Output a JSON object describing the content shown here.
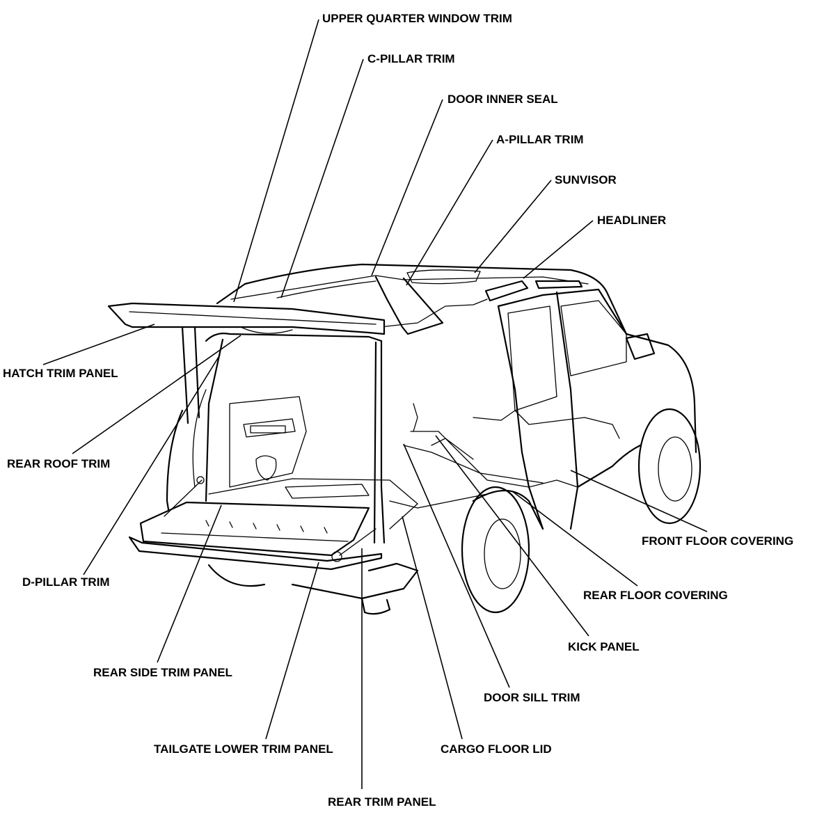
{
  "labels": {
    "upper_quarter_window_trim": "UPPER QUARTER WINDOW TRIM",
    "c_pillar_trim": "C-PILLAR TRIM",
    "door_inner_seal": "DOOR INNER SEAL",
    "a_pillar_trim": "A-PILLAR TRIM",
    "sunvisor": "SUNVISOR",
    "headliner": "HEADLINER",
    "hatch_trim_panel": "HATCH TRIM PANEL",
    "rear_roof_trim": "REAR ROOF TRIM",
    "d_pillar_trim": "D-PILLAR TRIM",
    "front_floor_covering": "FRONT FLOOR COVERING",
    "rear_floor_covering": "REAR FLOOR COVERING",
    "kick_panel": "KICK PANEL",
    "rear_side_trim_panel": "REAR SIDE TRIM PANEL",
    "door_sill_trim": "DOOR SILL TRIM",
    "tailgate_lower_trim_panel": "TAILGATE LOWER TRIM PANEL",
    "cargo_floor_lid": "CARGO FLOOR LID",
    "rear_trim_panel": "REAR TRIM PANEL"
  }
}
